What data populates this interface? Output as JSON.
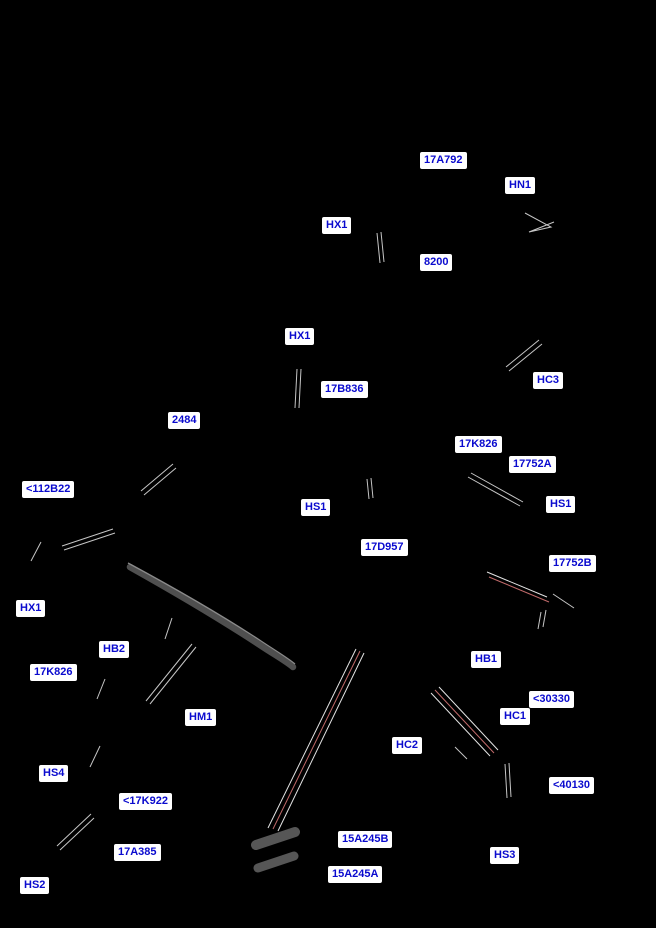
{
  "colors": {
    "background": "#000000",
    "label_text": "#0a0ace",
    "label_background": "#ffffff",
    "line_art": "#dcdcdc",
    "highlight_line": "#c06a6a",
    "blade_fill": "#4f4f4f"
  },
  "labels": [
    "17A792",
    "HN1",
    "HX1",
    "8200",
    "HX1",
    "HC3",
    "17B836",
    "2484",
    "17K826",
    "17752A",
    "<112B22",
    "HS1",
    "HS1",
    "17D957",
    "17752B",
    "HX1",
    "HB2",
    "HB1",
    "17K826",
    "<30330",
    "HC1",
    "HM1",
    "HC2",
    "HS4",
    "<17K922",
    "<40130",
    "17A385",
    "15A245B",
    "15A245A",
    "HS3",
    "HS2"
  ]
}
